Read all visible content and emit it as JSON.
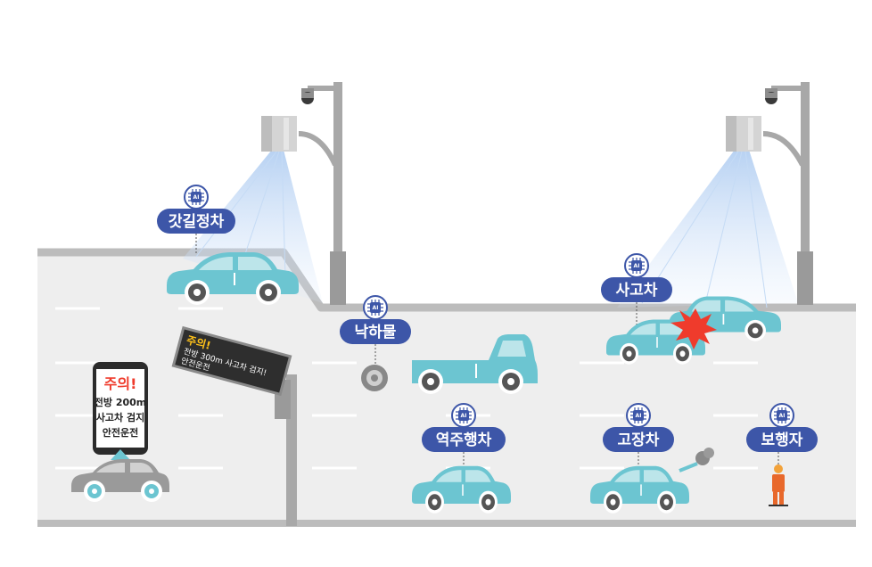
{
  "labels": {
    "shoulder_stop": "갓길정차",
    "fallen_object": "낙하물",
    "accident_car": "사고차",
    "wrong_way": "역주행차",
    "broken_car": "고장차",
    "pedestrian": "보행자"
  },
  "ai_badge": "AI",
  "phone": {
    "warning": "주의!",
    "line1": "전방 200m",
    "line2": "사고차 검지",
    "line3": "안전운전"
  },
  "vms": {
    "warning": "주의!",
    "line1": "전방 300m 사고차 검지!",
    "line2": "안전운전"
  },
  "colors": {
    "pill": "#3d56a8",
    "car": "#6cc5d1",
    "road": "#eeeeee",
    "road_edge": "#bcbcbc",
    "accent_red": "#ef3b2c"
  }
}
